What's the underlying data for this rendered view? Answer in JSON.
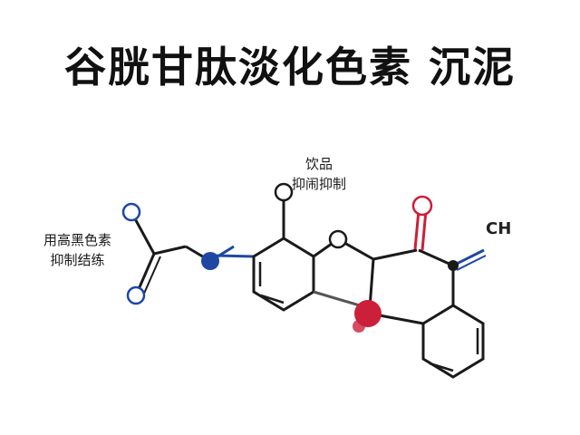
{
  "title": "谷胱甘肽淡化色素 沉泥",
  "labels": {
    "left_line1": "用高黑色素",
    "left_line2": "抑制结练",
    "top_line1": "饮品",
    "top_line2": "抑闹抑制",
    "ch": "CH"
  },
  "colors": {
    "bond": "#1a1a1a",
    "blue": "#1d47a3",
    "red": "#cc1f3a",
    "text": "#111111"
  }
}
